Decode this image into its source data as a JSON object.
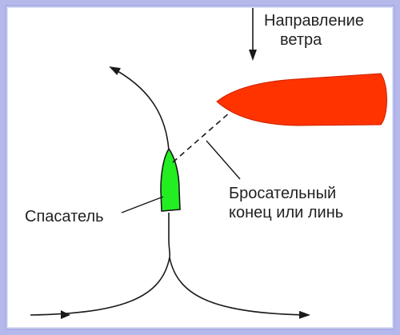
{
  "labels": {
    "wind_line1": "Направление",
    "wind_line2": "ветра",
    "lifebuoy": "Спасатель",
    "rope_line1": "Бросательный",
    "rope_line2": "конец или линь"
  },
  "colors": {
    "frame": "#b4b8ea",
    "boat": "#ff3300",
    "rescuer": "#22ee22",
    "line": "#1a1a1a"
  }
}
